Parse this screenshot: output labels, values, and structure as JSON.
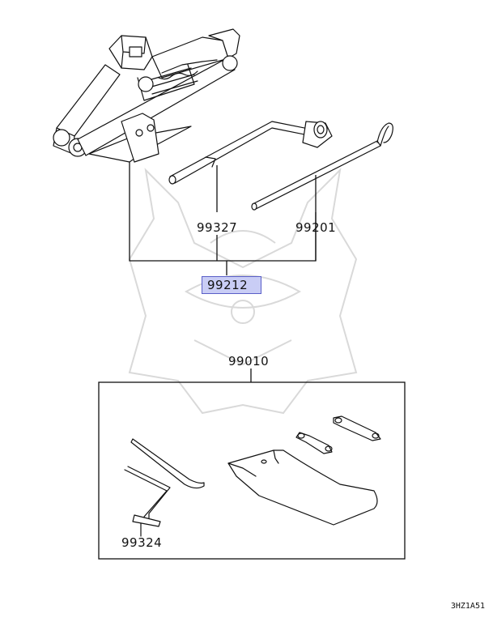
{
  "callouts": {
    "p99327": "99327",
    "p99201": "99201",
    "p99212": "99212",
    "p99010": "99010",
    "p99324": "99324"
  },
  "diagram_code": "3HZ1A51",
  "colors": {
    "highlight_fill": "#c9cdf5",
    "highlight_border": "#5a5fc8",
    "line": "#111111",
    "watermark": "#d9d9d9"
  },
  "icons": [
    "scissor-jack-icon",
    "jack-handle-icon",
    "hook-rod-icon",
    "wrench-icon",
    "tool-bag-icon",
    "pry-bar-icon",
    "crank-rod-icon",
    "watermark-logo"
  ]
}
